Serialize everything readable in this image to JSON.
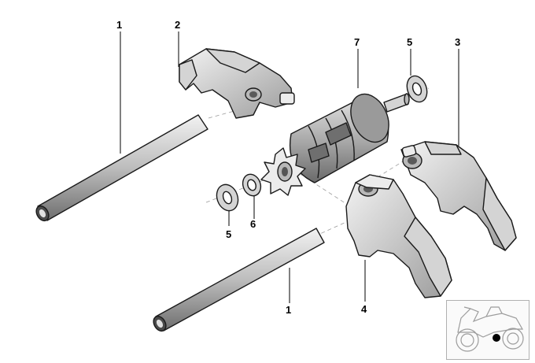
{
  "diagram": {
    "callouts": {
      "shaft_top": "1",
      "fork_top_left": "2",
      "fork_right": "3",
      "fork_bottom": "4",
      "washer_top": "5",
      "washer_left": "5",
      "washer_small": "6",
      "drum": "7",
      "shaft_bottom": "1"
    }
  },
  "locator_thumbnail": {
    "icon": "motorcycle-locator-icon",
    "marker_color": "#000000"
  }
}
